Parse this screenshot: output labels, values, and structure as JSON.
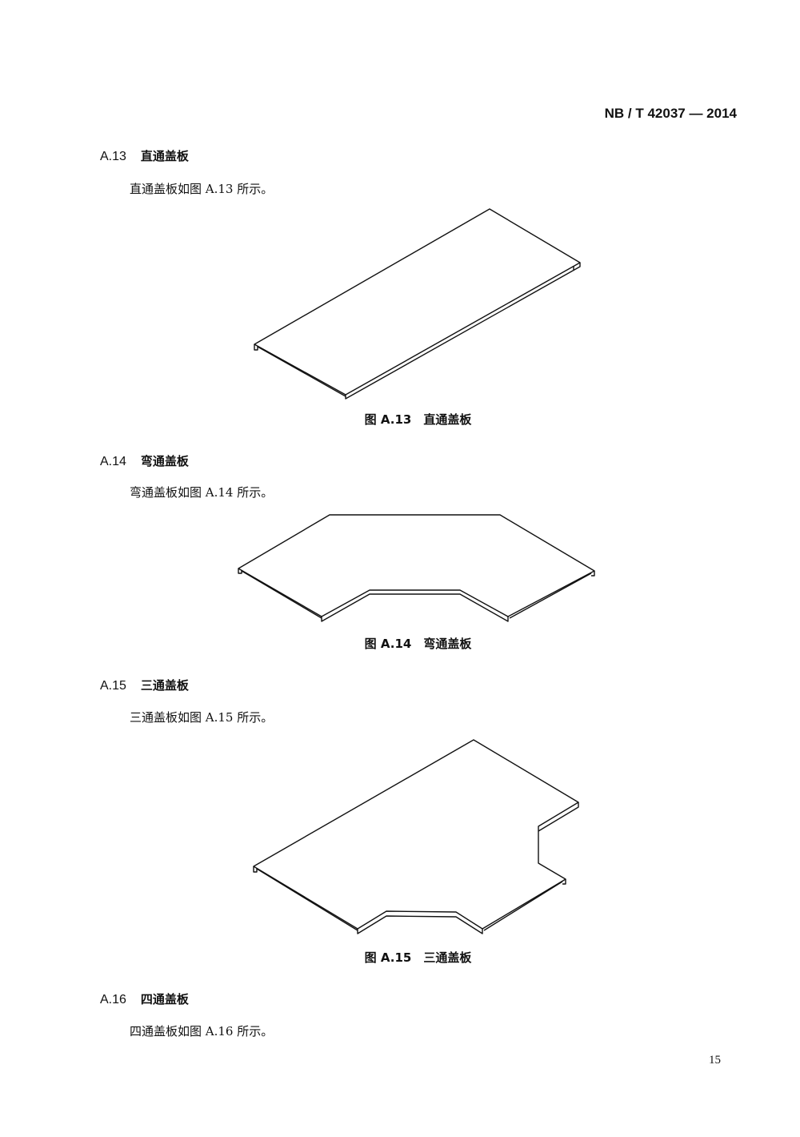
{
  "header": {
    "standard_number": "NB / T 42037 — 2014"
  },
  "sections": [
    {
      "number": "A.13",
      "title": "直通盖板",
      "text": "直通盖板如图 A.13 所示。",
      "figure_caption": "图 A.13　直通盖板"
    },
    {
      "number": "A.14",
      "title": "弯通盖板",
      "text": "弯通盖板如图 A.14 所示。",
      "figure_caption": "图 A.14　弯通盖板"
    },
    {
      "number": "A.15",
      "title": "三通盖板",
      "text": "三通盖板如图 A.15 所示。",
      "figure_caption": "图 A.15　三通盖板"
    },
    {
      "number": "A.16",
      "title": "四通盖板",
      "text": "四通盖板如图 A.16 所示。"
    }
  ],
  "footer": {
    "page_number": "15"
  }
}
